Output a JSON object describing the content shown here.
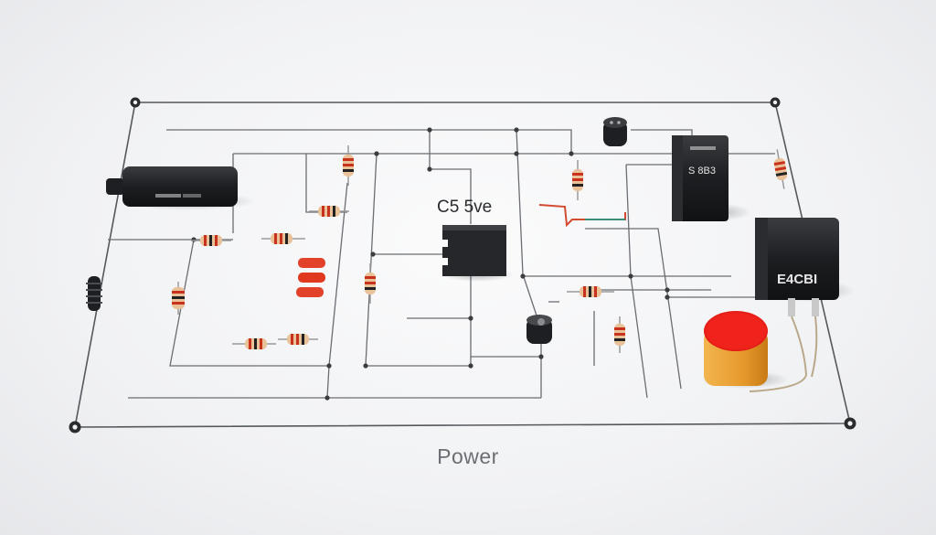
{
  "labels": {
    "ic_text": "C5  5ve",
    "relay_small_text": "S 8B3",
    "relay_large_text": "E4CBI",
    "caption": "Power"
  },
  "colors": {
    "board": "#f4f5f7",
    "wire": "#55585d",
    "component_black": "#1c1d20",
    "resistor_body": "#e9c29a",
    "capacitor_body": "#e8a33a",
    "capacitor_top": "#e51d17",
    "red_part": "#e2422a"
  }
}
